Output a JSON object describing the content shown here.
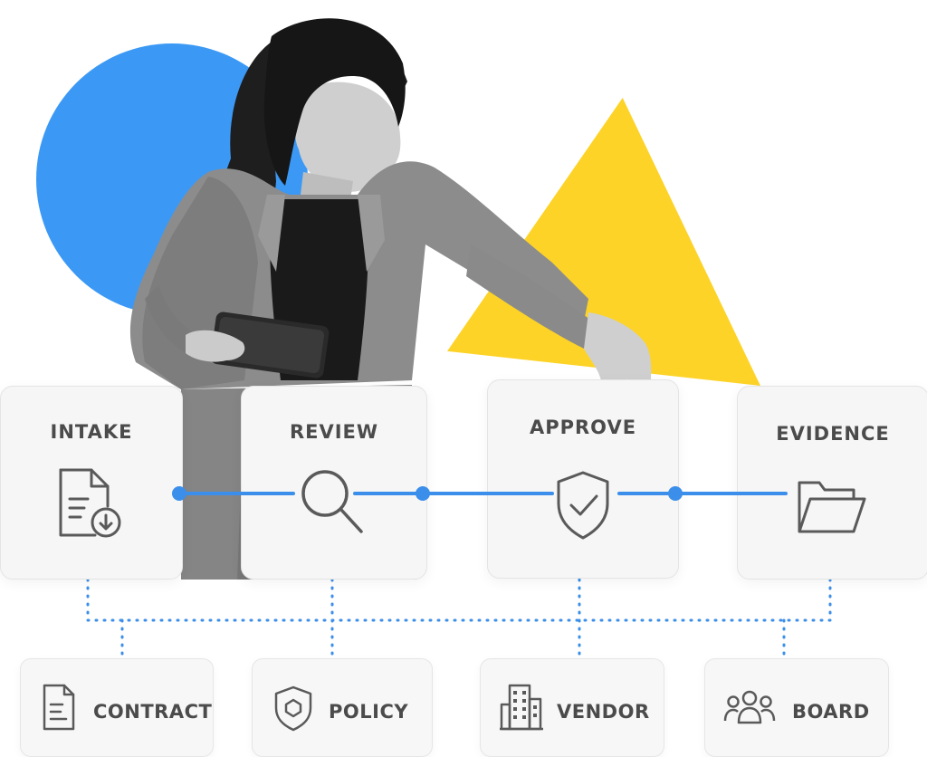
{
  "stages": [
    {
      "label": "INTAKE",
      "icon": "document-download-icon"
    },
    {
      "label": "REVIEW",
      "icon": "magnifier-icon"
    },
    {
      "label": "APPROVE",
      "icon": "shield-check-icon"
    },
    {
      "label": "EVIDENCE",
      "icon": "folder-open-icon"
    }
  ],
  "categories": [
    {
      "label": "CONTRACT",
      "icon": "document-icon"
    },
    {
      "label": "POLICY",
      "icon": "shield-badge-icon"
    },
    {
      "label": "VENDOR",
      "icon": "building-icon"
    },
    {
      "label": "BOARD",
      "icon": "people-group-icon"
    }
  ],
  "colors": {
    "accent_blue": "#3b99f5",
    "accent_yellow": "#fdd327",
    "card_bg": "#f6f6f6",
    "label_gray": "#4b4b4b",
    "icon_gray": "#5a5a5a",
    "flow_line": "#3b8eea"
  }
}
